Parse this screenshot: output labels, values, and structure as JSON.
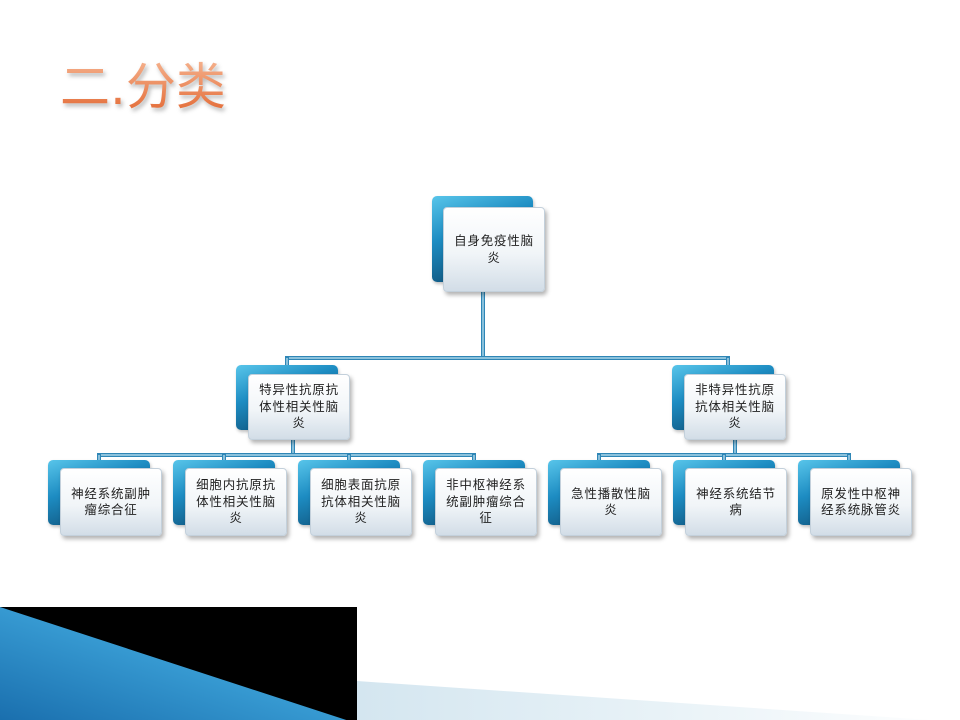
{
  "slide": {
    "title": "二.分类"
  },
  "diagram": {
    "root": {
      "label": "自身免疫性脑炎"
    },
    "branches": [
      {
        "label": "特异性抗原抗体性相关性脑炎",
        "children": [
          {
            "label": "神经系统副肿瘤综合征"
          },
          {
            "label": "细胞内抗原抗体性相关性脑炎"
          },
          {
            "label": "细胞表面抗原抗体相关性脑炎"
          },
          {
            "label": "非中枢神经系统副肿瘤综合征"
          }
        ]
      },
      {
        "label": "非特异性抗原抗体相关性脑炎",
        "children": [
          {
            "label": "急性播散性脑炎"
          },
          {
            "label": "神经系统结节病"
          },
          {
            "label": "原发性中枢神经系统脉管炎"
          }
        ]
      }
    ]
  },
  "theme": {
    "title_gradient_top": "#f7b996",
    "title_gradient_bottom": "#e1622b",
    "node_back_light": "#58c5ea",
    "node_back_dark": "#0a3a5c",
    "node_card_top": "#ffffff",
    "node_card_bottom": "#d2dde7",
    "connector": "#2f86b6",
    "connector_highlight": "#c4e6f4",
    "label_text": "#1f1f1f",
    "corner_black": "#000000",
    "corner_blue": "#1a6fae",
    "corner_blue_light": "#a6def2"
  }
}
